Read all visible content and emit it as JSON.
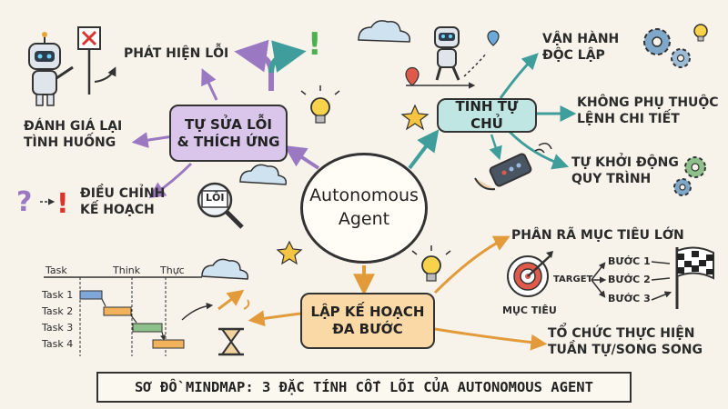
{
  "center": {
    "line1": "Autonomous",
    "line2": "Agent"
  },
  "branches": {
    "self_fix": {
      "line1": "TỰ SỬA LỖI",
      "line2": "& THÍCH ỨNG",
      "color": "#d9c6ea"
    },
    "autonomy": {
      "line1": "TÍNH TỰ CHỦ",
      "color": "#bfe6e3"
    },
    "planning": {
      "line1": "LẬP KẾ HOẠCH",
      "line2": "ĐA BƯỚC",
      "color": "#fbd9a6"
    }
  },
  "leaves": {
    "detect_error": "PHÁT HIỆN LỖI",
    "reevaluate": {
      "line1": "ĐÁNH GIÁ LẠI",
      "line2": "TÌNH HUỐNG"
    },
    "adjust_plan": {
      "line1": "ĐIỀU CHỈNH",
      "line2": "KẾ HOẠCH"
    },
    "independent": {
      "line1": "VẬN HÀNH",
      "line2": "ĐỘC LẬP"
    },
    "no_detail": {
      "line1": "KHÔNG PHỤ THUỘC",
      "line2": "LỆNH CHI TIẾT"
    },
    "auto_start": {
      "line1": "TỰ KHỞI ĐỘNG",
      "line2": "QUY TRÌNH"
    },
    "decompose": "PHÂN RÃ MỤC TIÊU LỚN",
    "organize": {
      "line1": "TỔ CHỨC THỰC HIỆN",
      "line2": "TUẦN TỰ/SONG SONG"
    }
  },
  "details": {
    "error_tag": "LỖI",
    "target": "TARGET",
    "goal": "MỤC TIÊU",
    "steps": [
      "BƯỚC 1",
      "BƯỚC 2",
      "BƯỚC 3"
    ],
    "gantt_headers": [
      "Task",
      "Think",
      "Thực"
    ],
    "gantt_tasks": [
      "Task 1",
      "Task 2",
      "Task 3",
      "Task 4"
    ]
  },
  "footer": "SƠ ĐỒ MINDMAP: 3 ĐẶC TÍNH CỐT LÕI CỦA AUTONOMOUS AGENT",
  "colors": {
    "purple": "#9a78c2",
    "teal": "#3f9e9b",
    "orange": "#e39a3a",
    "ink": "#333333"
  }
}
